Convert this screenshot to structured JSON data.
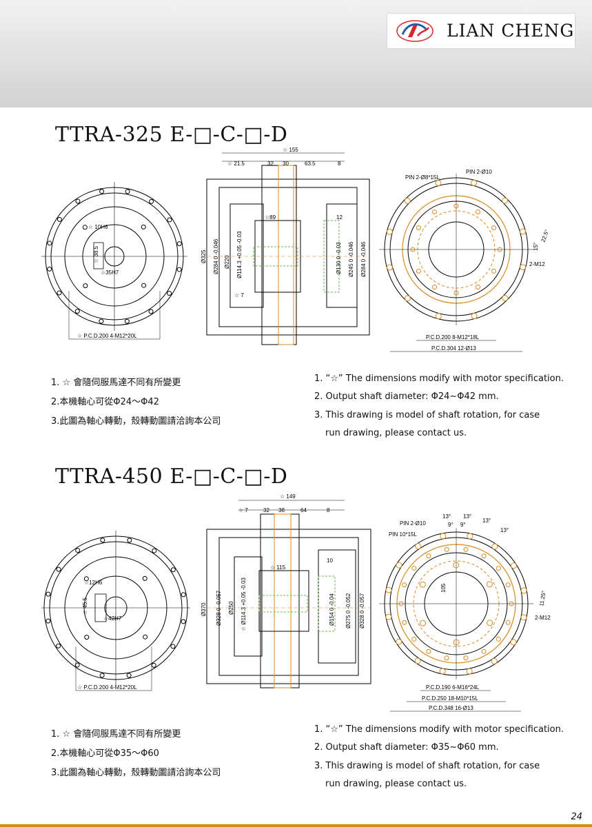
{
  "brand": {
    "name": "LIAN CHENG",
    "logo_caption": "LIAN CHENG"
  },
  "sections": [
    {
      "title": "TTRA-325 E-□-C-□-D",
      "side_view": {
        "top_dims": [
          "☆ 155",
          "☆ 21.5",
          "32",
          "30",
          "63.5",
          "8"
        ],
        "left_dims": [
          "Ø325",
          "Ø284 0 -0.046",
          "Ø220",
          "Ø114.3 +0.05 -0.03",
          "☆ 7"
        ],
        "inner_dims": [
          "☆89",
          "12"
        ],
        "right_dims": [
          "Ø130 0 -0.03",
          "Ø245 0 -0.046",
          "Ø284 0 -0.046"
        ]
      },
      "front_view": {
        "labels": [
          "☆ 10H6",
          "☆ 38.5",
          "☆35H7"
        ],
        "pcd": "☆ P.C.D.200 4-M12*20L"
      },
      "rear_view": {
        "labels": [
          "PIN 2-Ø8*15L",
          "PIN 2-Ø10",
          "22.5°",
          "15°",
          "2-M12"
        ],
        "pcd_inner": "P.C.D.200 8-M12*18L",
        "pcd_outer": "P.C.D.304 12-Ø13"
      },
      "notes_zh": [
        "1. ☆ 會隨伺服馬達不同有所變更",
        "2.本機軸心可從Φ24～Φ42",
        "3.此圖為軸心轉動，殼轉動圖請洽詢本公司"
      ],
      "notes_en": [
        "1.  “☆” The dimensions modify with motor specification.",
        "2. Output shaft diameter: Φ24~Φ42 mm.",
        "3. This drawing is model of shaft rotation, for case",
        "run drawing, please contact us."
      ]
    },
    {
      "title": "TTRA-450 E-□-C-□-D",
      "side_view": {
        "top_dims": [
          "☆ 149",
          "☆ 7",
          "32",
          "38",
          "64",
          "8"
        ],
        "left_dims": [
          "Ø370",
          "Ø328 0 -0.057",
          "Ø250",
          "☆ Ø114.3 +0.05 -0.03"
        ],
        "inner_dims": [
          "☆ 115",
          "10"
        ],
        "right_dims": [
          "Ø154 0 -0.04",
          "Ø275 0 -0.052",
          "Ø328 0 -0.057"
        ]
      },
      "front_view": {
        "labels": [
          "☆12H6",
          "☆ 45.5",
          "☆42H7"
        ],
        "pcd": "☆ P.C.D.200 4-M12*20L"
      },
      "rear_view": {
        "labels": [
          "PIN 2-Ø10",
          "PIN 10*15L",
          "13°",
          "13°",
          "13°",
          "13°",
          "9°",
          "9°",
          "105",
          "11.25°",
          "2-M12"
        ],
        "pcd_inner": "P.C.D.190 6-M16*24L",
        "pcd_mid": "P.C.D.250 18-M10*15L",
        "pcd_outer": "P.C.D.348 16-Ø13"
      },
      "notes_zh": [
        "1. ☆ 會隨伺服馬達不同有所變更",
        "2.本機軸心可從Φ35～Φ60",
        "3.此圖為軸心轉動，殼轉動圖請洽詢本公司"
      ],
      "notes_en": [
        "1.  “☆” The dimensions modify with motor specification.",
        "2. Output shaft diameter: Φ35~Φ60 mm.",
        "3. This drawing is model of shaft rotation, for case",
        "run drawing, please contact us."
      ]
    }
  ],
  "page_number": "24",
  "colors": {
    "accent_orange": "#d8891e",
    "logo_red": "#d7262c",
    "logo_blue": "#1f5fa8",
    "drawing_green": "#6fb24f"
  }
}
